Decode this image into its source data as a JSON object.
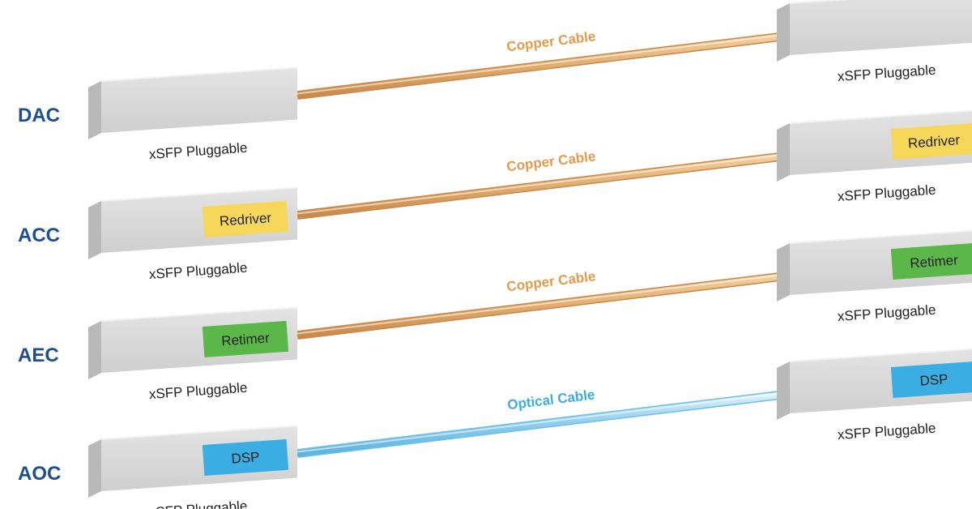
{
  "rows": [
    {
      "label": "DAC",
      "cable": {
        "label": "Copper Cable",
        "kind": "copper"
      },
      "left": {
        "chip": null,
        "caption": "xSFP Pluggable"
      },
      "right": {
        "chip": null,
        "caption": "xSFP Pluggable"
      }
    },
    {
      "label": "ACC",
      "cable": {
        "label": "Copper Cable",
        "kind": "copper"
      },
      "left": {
        "chip": "Redriver",
        "chip_color": "#f6d75a",
        "caption": "xSFP Pluggable"
      },
      "right": {
        "chip": "Redriver",
        "chip_color": "#f6d75a",
        "caption": "xSFP Pluggable"
      }
    },
    {
      "label": "AEC",
      "cable": {
        "label": "Copper Cable",
        "kind": "copper"
      },
      "left": {
        "chip": "Retimer",
        "chip_color": "#5bb749",
        "caption": "xSFP Pluggable"
      },
      "right": {
        "chip": "Retimer",
        "chip_color": "#5bb749",
        "caption": "xSFP Pluggable"
      }
    },
    {
      "label": "AOC",
      "cable": {
        "label": "Optical Cable",
        "kind": "optical"
      },
      "left": {
        "chip": "DSP",
        "chip_color": "#3aaee2",
        "caption": "xSFP Pluggable"
      },
      "right": {
        "chip": "DSP",
        "chip_color": "#3aaee2",
        "caption": "xSFP Pluggable"
      }
    }
  ],
  "colors": {
    "copper": "#e3ad6e",
    "copper_label": "#e49b4b",
    "optical": "#8dcdf0",
    "optical_label": "#3aaee2",
    "module_front": "#d9d9d9",
    "module_side": "#b9b9b9",
    "label_blue": "#1f4e8c"
  }
}
